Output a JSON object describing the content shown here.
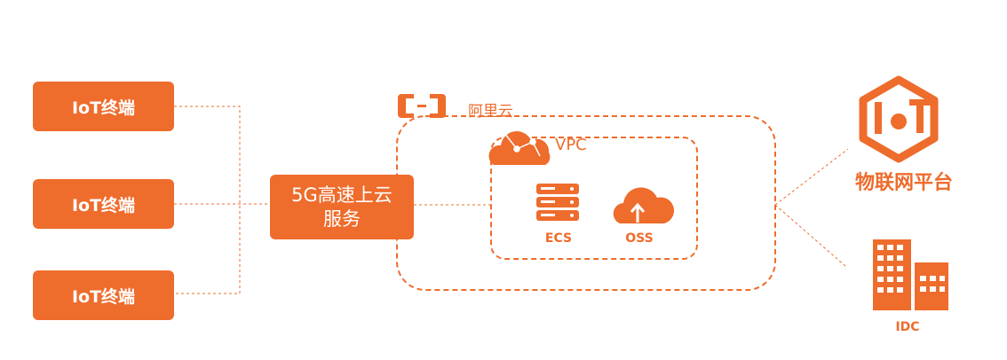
{
  "terminals": [
    {
      "label": "IoT终端"
    },
    {
      "label": "IoT终端"
    },
    {
      "label": "IoT终端"
    }
  ],
  "service": {
    "line1": "5G高速上云",
    "line2": "服务"
  },
  "cloud": {
    "provider_label": "阿里云",
    "vpc_label": "VPC",
    "resources": [
      {
        "label": "ECS",
        "icon": "server-stack-icon"
      },
      {
        "label": "OSS",
        "icon": "upload-cloud-icon"
      }
    ]
  },
  "targets": [
    {
      "label": "物联网平台",
      "icon": "iot-logo-icon"
    },
    {
      "label": "IDC",
      "icon": "buildings-icon"
    }
  ],
  "colors": {
    "accent": "#ee6c2c",
    "line": "#ee6c2c"
  }
}
